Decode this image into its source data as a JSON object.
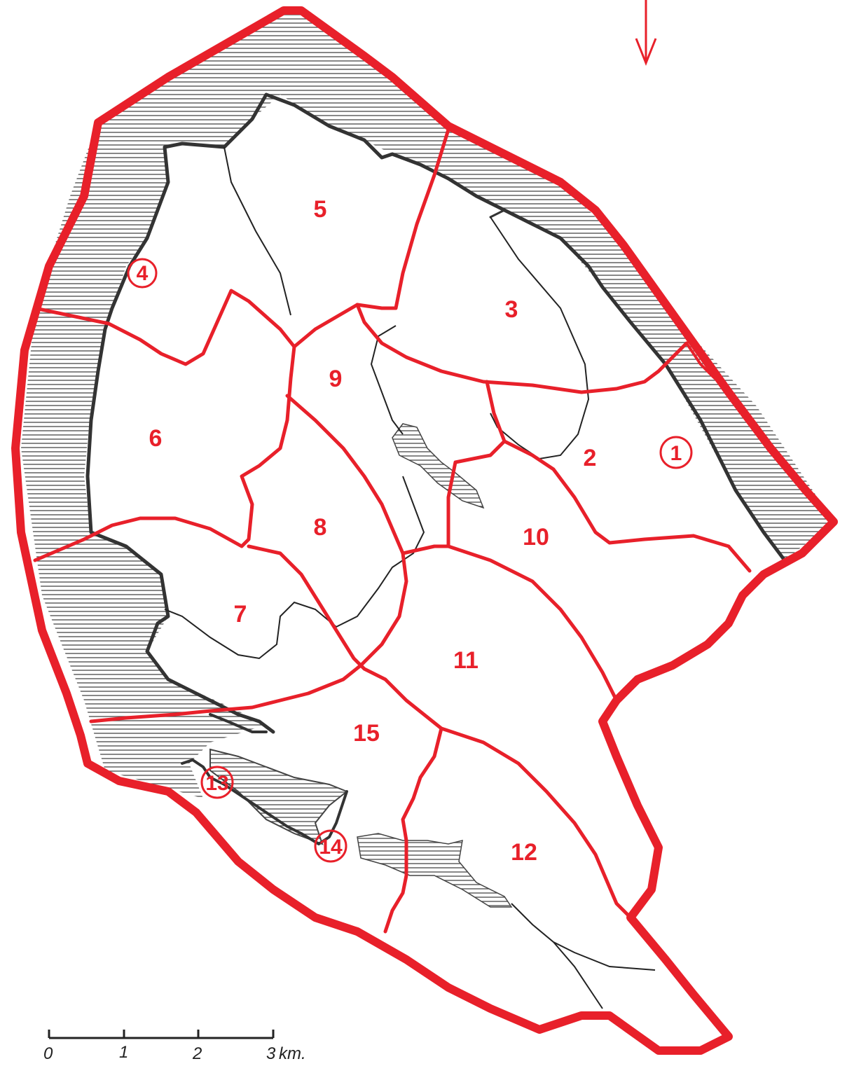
{
  "colors": {
    "boundary": "#e8202a",
    "coast": "#333333",
    "hatch": "#555555",
    "background": "#ffffff"
  },
  "regions": [
    "1",
    "2",
    "3",
    "4",
    "5",
    "6",
    "7",
    "8",
    "9",
    "10",
    "11",
    "12",
    "13",
    "14",
    "15"
  ],
  "circled_regions": [
    "1",
    "4",
    "13",
    "14"
  ],
  "scale": {
    "ticks": [
      "0",
      "1",
      "2",
      "3"
    ],
    "unit": "km."
  },
  "north_arrow": "arrow-down-icon"
}
